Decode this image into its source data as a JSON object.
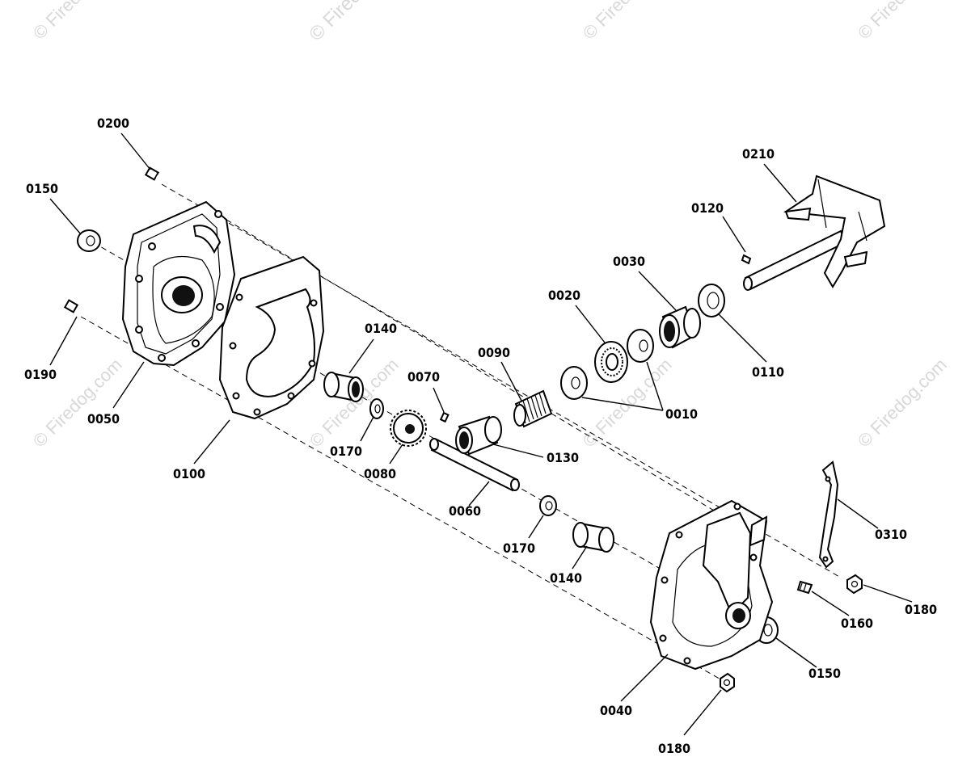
{
  "diagram": {
    "watermarks": {
      "copyright": "© Firedog.com",
      "brand": "Firedog.com"
    },
    "callouts": {
      "p0200": "0200",
      "p0150_top": "0150",
      "p0190": "0190",
      "p0050": "0050",
      "p0100": "0100",
      "p0140_top": "0140",
      "p0170_top": "0170",
      "p0080": "0080",
      "p0070": "0070",
      "p0090": "0090",
      "p0130": "0130",
      "p0060": "0060",
      "p0170_bottom": "0170",
      "p0140_bottom": "0140",
      "p0020": "0020",
      "p0030": "0030",
      "p0010": "0010",
      "p0110": "0110",
      "p0120": "0120",
      "p0210": "0210",
      "p0310": "0310",
      "p0180_right": "0180",
      "p0160": "0160",
      "p0150_bottom": "0150",
      "p0040": "0040",
      "p0180_bottom": "0180"
    }
  }
}
